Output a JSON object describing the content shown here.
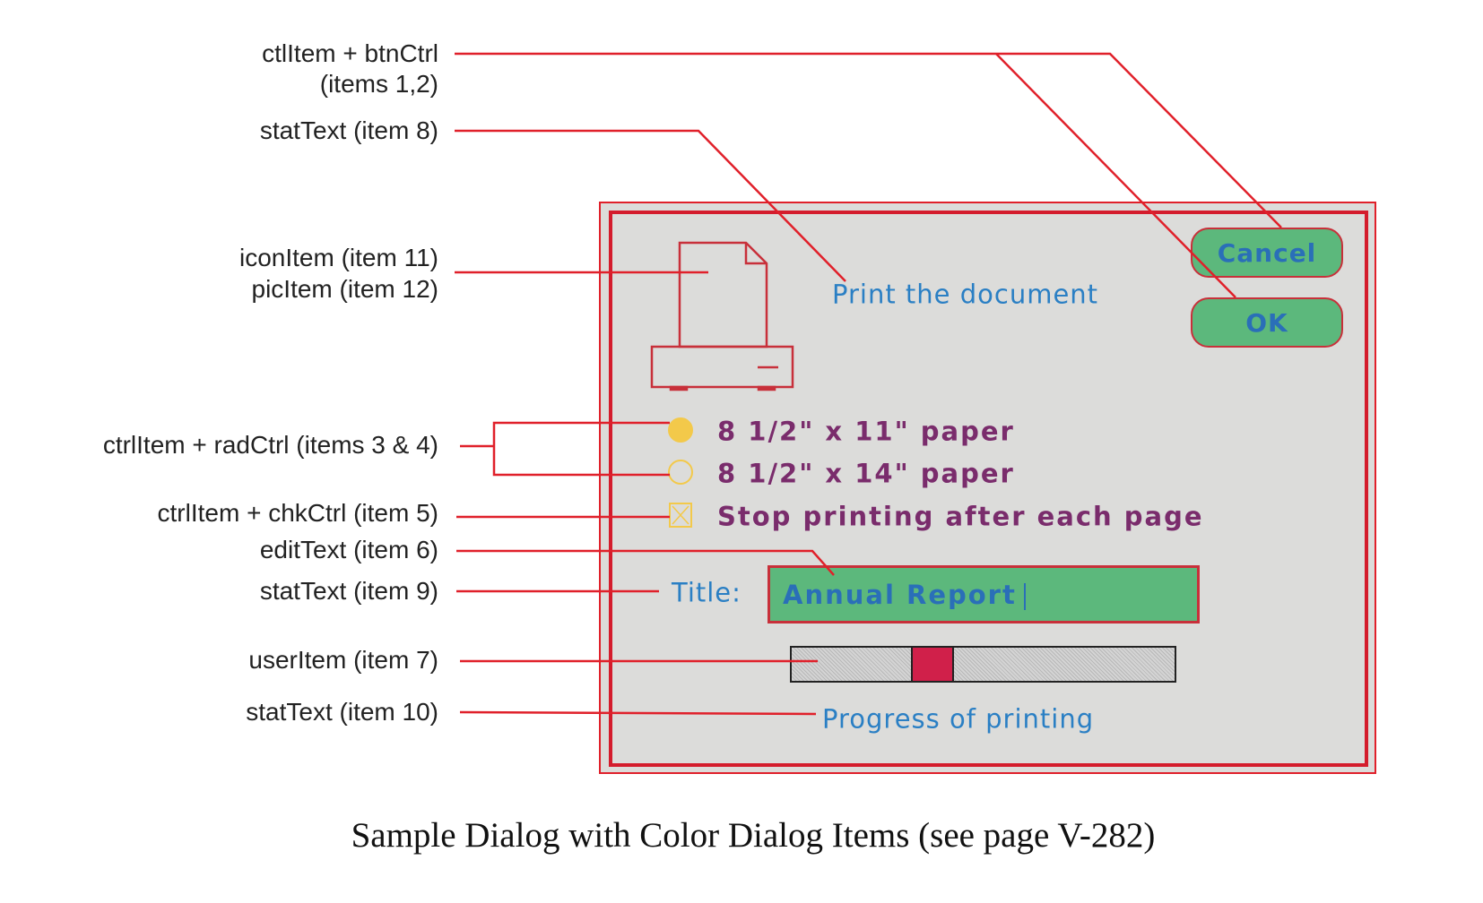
{
  "labels": {
    "btn_line1": "ctlItem + btnCtrl",
    "btn_line2": "(items 1,2)",
    "stat8": "statText (item 8)",
    "icon": "iconItem (item 11)",
    "pic": "picItem (item 12)",
    "rad": "ctrlItem + radCtrl (items 3 & 4)",
    "chk": "ctrlItem + chkCtrl (item 5)",
    "edit": "editText (item 6)",
    "stat9": "statText (item 9)",
    "user": "userItem (item 7)",
    "stat10": "statText (item 10)"
  },
  "dialog": {
    "cancel_label": "Cancel",
    "ok_label": "OK",
    "print_text": "Print the document",
    "radio1_label": "8 1/2\" x 11\" paper",
    "radio1_selected": true,
    "radio2_label": "8 1/2\" x 14\" paper",
    "radio2_selected": false,
    "checkbox_label": "Stop printing after each page",
    "title_label": "Title:",
    "title_value": "Annual Report",
    "progress_fraction": 0.35,
    "progress_label": "Progress of printing"
  },
  "caption": "Sample Dialog with Color Dialog Items (see page V-282)",
  "colors": {
    "leader": "#e0202a",
    "dialog_bg": "#dcdcda",
    "button_green": "#5cb87c",
    "blue_text": "#2a7fc4",
    "purple_text": "#7a2c6c",
    "control_yellow": "#f3c94a",
    "thumb": "#d0204a"
  }
}
